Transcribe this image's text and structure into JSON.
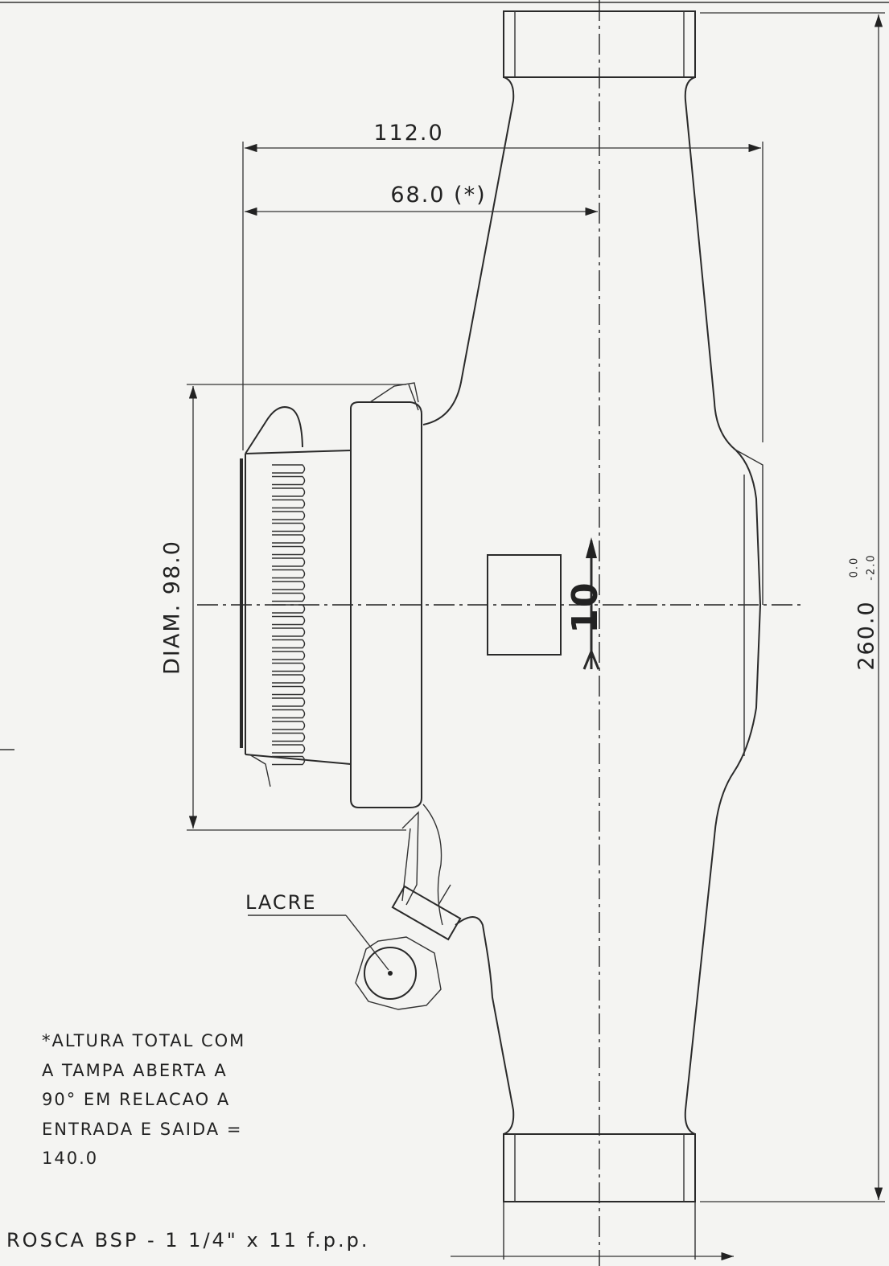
{
  "dimensions": {
    "height_total": "112.0",
    "height_body": "68.0  (*)",
    "diameter": "DIAM. 98.0",
    "length": "260.0",
    "length_tol_upper": "0.0",
    "length_tol_lower": "-2.0"
  },
  "labels": {
    "seal": "LACRE",
    "flow_marker": "10"
  },
  "notes": {
    "height_note": "*ALTURA TOTAL COM\n A TAMPA ABERTA A\n90° EM RELACAO A\nENTRADA E SAIDA =\n140.0",
    "thread_spec": "ROSCA  BSP  -  1 1/4\"  x  11  f.p.p."
  }
}
